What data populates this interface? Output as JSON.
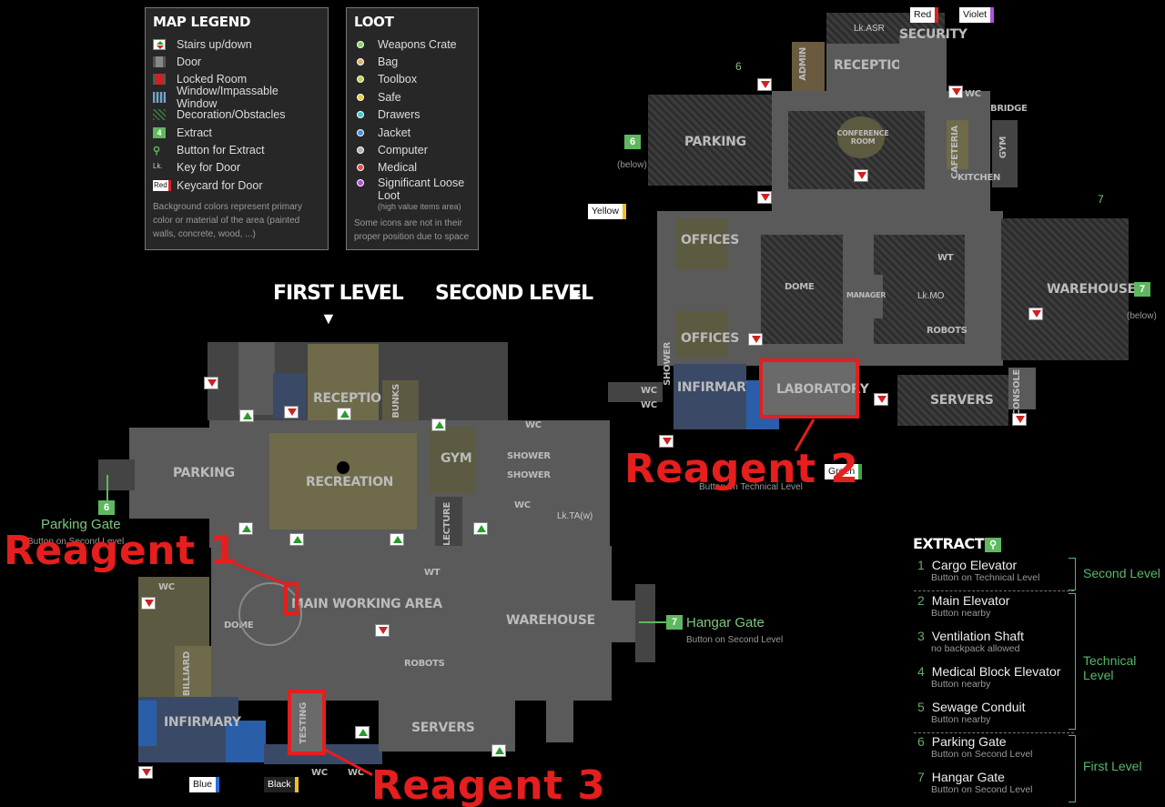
{
  "legend": {
    "title": "MAP LEGEND",
    "items": [
      {
        "label": "Stairs up/down",
        "icon": "stairs-icon"
      },
      {
        "label": "Door",
        "icon": "door-icon"
      },
      {
        "label": "Locked Room",
        "icon": "locked-room-icon"
      },
      {
        "label": "Window/Impassable Window",
        "icon": "window-icon"
      },
      {
        "label": "Decoration/Obstacles",
        "icon": "decoration-icon"
      },
      {
        "label": "Extract",
        "icon": "extract-icon"
      },
      {
        "label": "Button for Extract",
        "icon": "button-icon"
      },
      {
        "label": "Key for Door",
        "icon": "key-icon"
      },
      {
        "label": "Keycard for Door",
        "icon": "keycard-icon"
      }
    ],
    "note": "Background colors represent primary color or material of the area (painted walls, concrete, wood, ...)",
    "ext_badge": "4",
    "key_badge": "Lk.",
    "keycard_badge": "Red"
  },
  "loot": {
    "title": "LOOT",
    "items": [
      {
        "label": "Weapons Crate",
        "color": "#8fd06a"
      },
      {
        "label": "Bag",
        "color": "#e0b070"
      },
      {
        "label": "Toolbox",
        "color": "#c8d050"
      },
      {
        "label": "Safe",
        "color": "#e8d040"
      },
      {
        "label": "Drawers",
        "color": "#40c8d0"
      },
      {
        "label": "Jacket",
        "color": "#4a90e0"
      },
      {
        "label": "Computer",
        "color": "#b0b0b0"
      },
      {
        "label": "Medical",
        "color": "#e05050"
      },
      {
        "label": "Significant Loose Loot",
        "color": "#b050e0",
        "sub": "(high value items area)"
      }
    ],
    "note": "Some icons are not in their proper position due to space"
  },
  "levels": {
    "first": "FIRST LEVEL",
    "second": "SECOND LEVEL",
    "first_arrow": "▼",
    "second_arrow": "►"
  },
  "first_level": {
    "rooms": {
      "reception": "RECEPTION",
      "bunks": "BUNKS",
      "parking": "PARKING",
      "recreation": "RECREATION",
      "gym": "GYM",
      "shower1": "SHOWER",
      "shower2": "SHOWER",
      "lecture": "LECTURE",
      "wc1": "WC",
      "wc2": "WC",
      "wc3": "WC",
      "wc4": "WC",
      "wc5": "WC",
      "main_working_area": "MAIN WORKING AREA",
      "dome": "DOME",
      "wt": "WT",
      "robots": "ROBOTS",
      "warehouse": "WAREHOUSE",
      "billiard": "BILLIARD",
      "infirmary": "INFIRMARY",
      "testing": "TESTING",
      "servers": "SERVERS"
    },
    "parking_gate": {
      "title": "Parking Gate",
      "sub": "Button on Second Level",
      "num": "6"
    },
    "hangar_gate": {
      "title": "Hangar Gate",
      "sub": "Button on Second Level",
      "num": "7"
    },
    "key_ta": "Lk.TA(w)",
    "tags": {
      "blue": "Blue",
      "black": "Black"
    }
  },
  "second_level": {
    "rooms": {
      "admin": "ADMIN",
      "reception": "RECEPTION",
      "security": "SECURITY",
      "parking": "PARKING",
      "conference": "CONFERENCE ROOM",
      "cafeteria": "CAFETERIA",
      "bridge": "BRIDGE",
      "gym": "GYM",
      "kitchen": "KITCHEN",
      "offices1": "OFFICES",
      "offices2": "OFFICES",
      "dome": "DOME",
      "wt": "WT",
      "manager": "MANAGER",
      "robots": "ROBOTS",
      "warehouse": "WAREHOUSE",
      "infirmary": "INFIRMARY",
      "laboratory": "LABORATORY",
      "servers": "SERVERS",
      "console": "CONSOLE",
      "shower": "SHOWER",
      "wc1": "WC",
      "wc2": "WC",
      "wc3": "WC"
    },
    "key_asr": "Lk.ASR",
    "key_mo": "Lk.MO",
    "parking_below": "(below)",
    "warehouse_below": "(below)",
    "extract6": "6",
    "extract7": "7",
    "tags": {
      "red": "Red",
      "violet": "Violet",
      "yellow": "Yellow",
      "green": "Green"
    },
    "cargo_note": "Button on Technical Level"
  },
  "reagents": {
    "r1": "Reagent 1",
    "r2": "Reagent 2",
    "r3": "Reagent 3"
  },
  "extracts": {
    "title": "EXTRACTS",
    "rows": [
      {
        "num": "1",
        "name": "Cargo Elevator",
        "sub": "Button on Technical Level"
      },
      {
        "num": "2",
        "name": "Main Elevator",
        "sub": "Button nearby"
      },
      {
        "num": "3",
        "name": "Ventilation Shaft",
        "sub": "no backpack allowed"
      },
      {
        "num": "4",
        "name": "Medical Block Elevator",
        "sub": "Button nearby"
      },
      {
        "num": "5",
        "name": "Sewage Conduit",
        "sub": "Button nearby"
      },
      {
        "num": "6",
        "name": "Parking Gate",
        "sub": "Button on  Second Level"
      },
      {
        "num": "7",
        "name": "Hangar Gate",
        "sub": "Button on  Second Level"
      }
    ],
    "groups": [
      "Second Level",
      "Technical Level",
      "First Level"
    ]
  }
}
